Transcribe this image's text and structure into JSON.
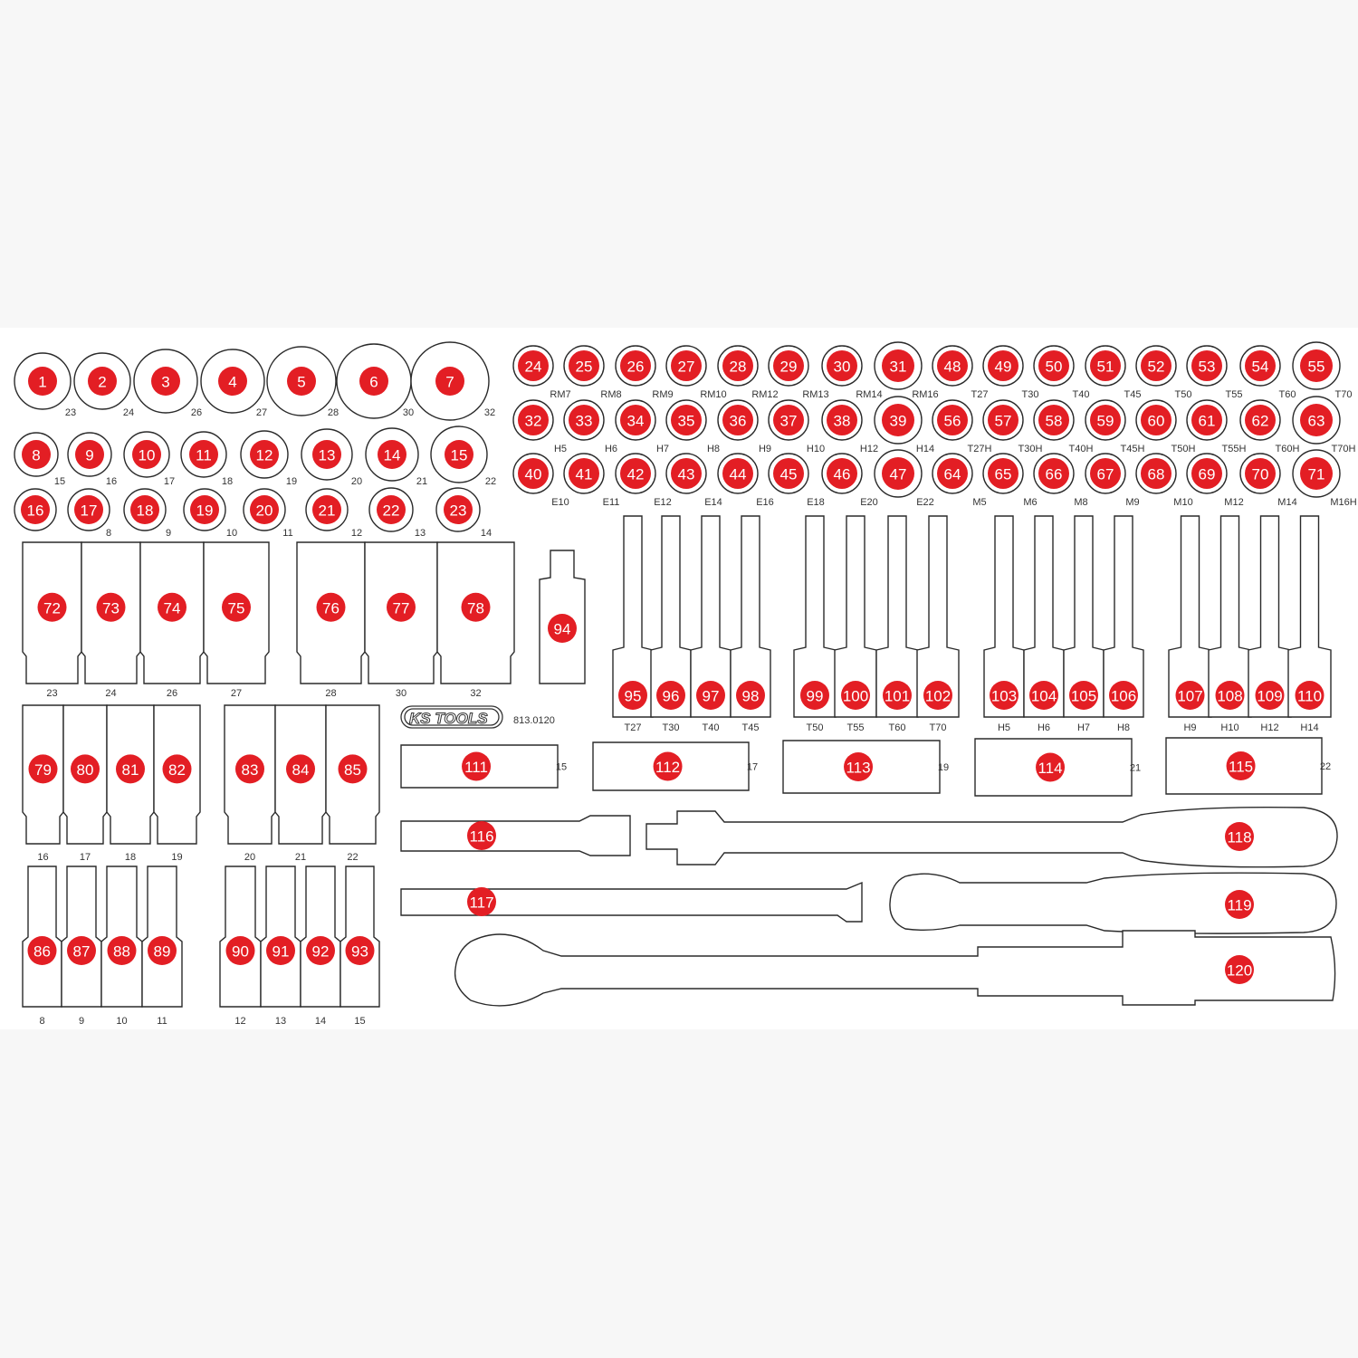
{
  "brand": {
    "logo_text": "KS TOOLS",
    "part_number": "813.0120"
  },
  "colors": {
    "accent": "#e31e24",
    "outline": "#2a2a2a",
    "background": "#f7f7f7",
    "tray": "#ffffff"
  },
  "items": {
    "1": "23",
    "2": "24",
    "3": "26",
    "4": "27",
    "5": "28",
    "6": "30",
    "7": "32",
    "8": "15",
    "9": "16",
    "10": "17",
    "11": "18",
    "12": "19",
    "13": "20",
    "14": "21",
    "15": "22",
    "16": "",
    "17": "8",
    "18": "9",
    "19": "10",
    "20": "11",
    "21": "12",
    "22": "13",
    "23": "14",
    "24": "RM7",
    "25": "RM8",
    "26": "RM9",
    "27": "RM10",
    "28": "RM12",
    "29": "RM13",
    "30": "RM14",
    "31": "RM16",
    "48": "T27",
    "49": "T30",
    "50": "T40",
    "51": "T45",
    "52": "T50",
    "53": "T55",
    "54": "T60",
    "55": "T70",
    "32": "H5",
    "33": "H6",
    "34": "H7",
    "35": "H8",
    "36": "H9",
    "37": "H10",
    "38": "H12",
    "39": "H14",
    "56": "T27H",
    "57": "T30H",
    "58": "T40H",
    "59": "T45H",
    "60": "T50H",
    "61": "T55H",
    "62": "T60H",
    "63": "T70H",
    "40": "E10",
    "41": "E11",
    "42": "E12",
    "43": "E14",
    "44": "E16",
    "45": "E18",
    "46": "E20",
    "47": "E22",
    "64": "M5",
    "65": "M6",
    "66": "M8",
    "67": "M9",
    "68": "M10",
    "69": "M12",
    "70": "M14",
    "71": "M16H",
    "72": "23",
    "73": "24",
    "74": "26",
    "75": "27",
    "76": "28",
    "77": "30",
    "78": "32",
    "94": "",
    "95": "T27",
    "96": "T30",
    "97": "T40",
    "98": "T45",
    "99": "T50",
    "100": "T55",
    "101": "T60",
    "102": "T70",
    "103": "H5",
    "104": "H6",
    "105": "H7",
    "106": "H8",
    "107": "H9",
    "108": "H10",
    "109": "H12",
    "110": "H14",
    "79": "16",
    "80": "17",
    "81": "18",
    "82": "19",
    "83": "20",
    "84": "21",
    "85": "22",
    "86": "8",
    "87": "9",
    "88": "10",
    "89": "11",
    "90": "12",
    "91": "13",
    "92": "14",
    "93": "15",
    "111": "15",
    "112": "17",
    "113": "19",
    "114": "21",
    "115": "22",
    "116": "",
    "117": "",
    "118": "",
    "119": "",
    "120": ""
  }
}
